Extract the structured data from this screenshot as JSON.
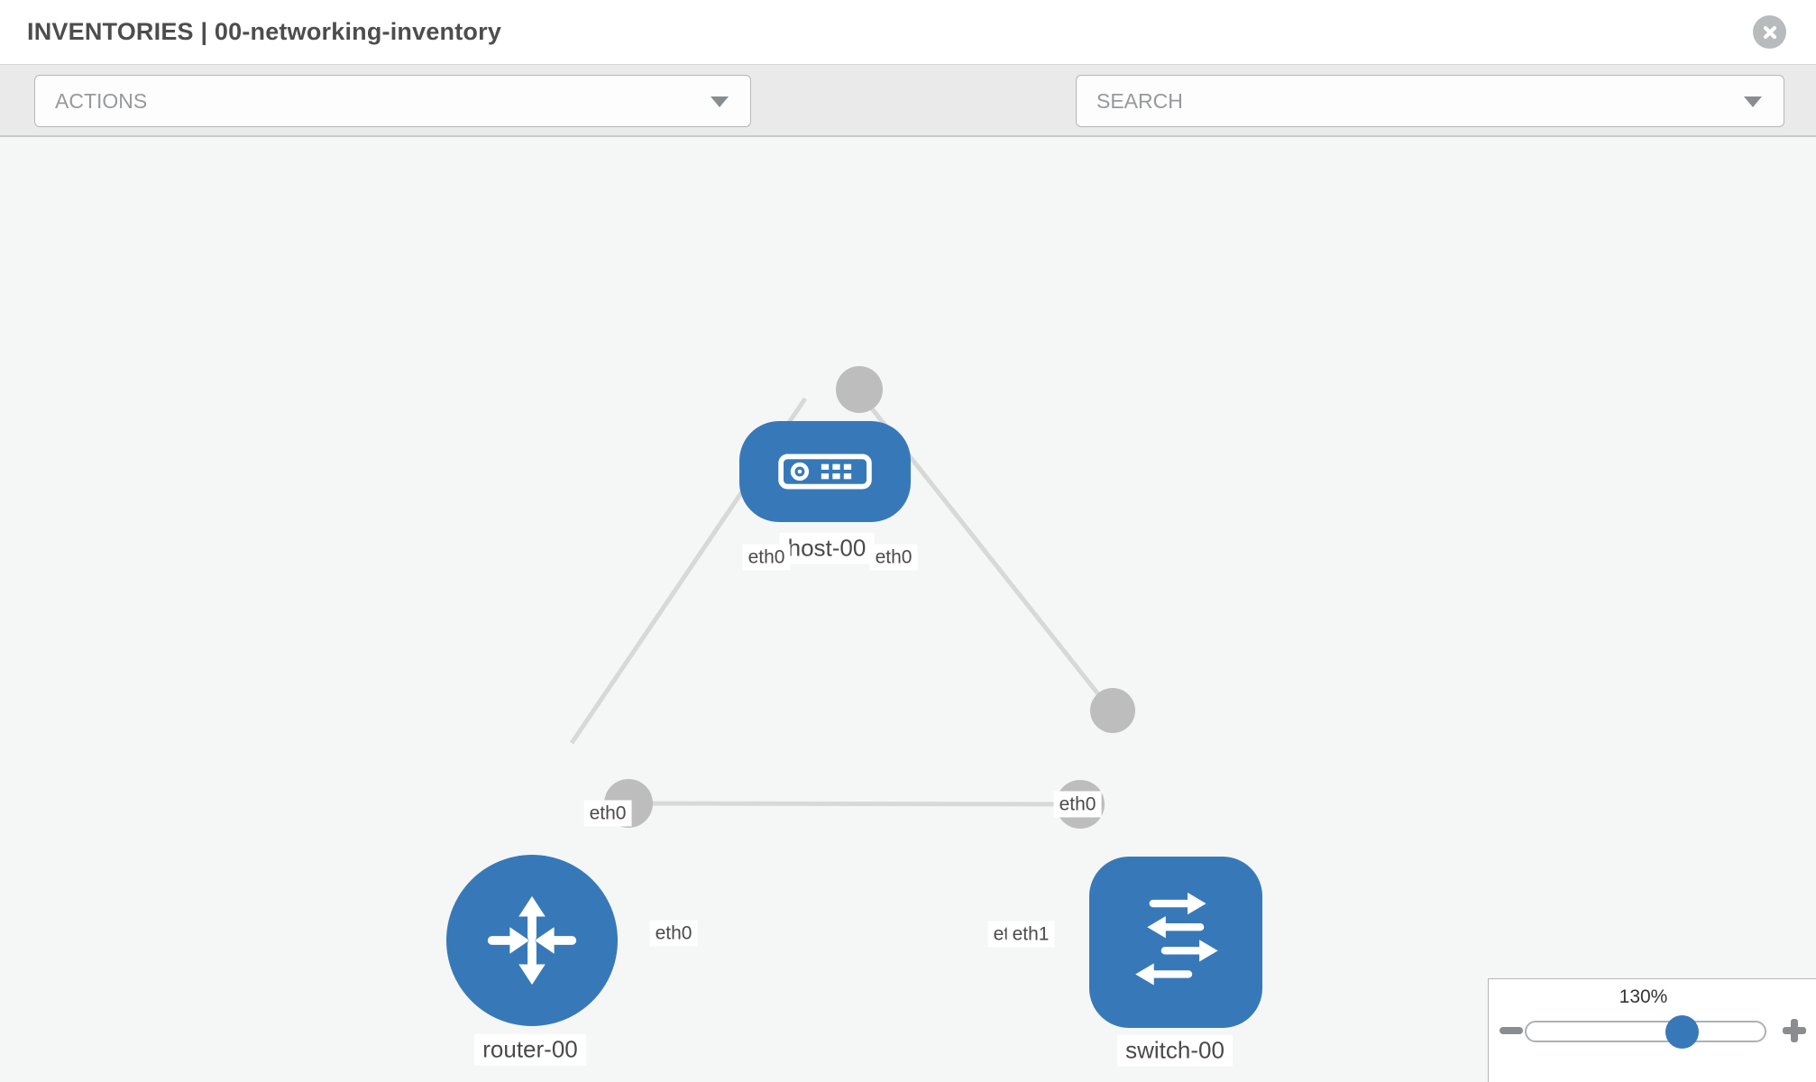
{
  "window": {
    "title": "INVENTORIES | 00-networking-inventory"
  },
  "toolbar": {
    "actions_placeholder": "ACTIONS",
    "search_placeholder": "SEARCH",
    "icons": [
      "wrench-icon",
      "key-icon"
    ]
  },
  "header_icons": [
    "close-icon"
  ],
  "colors": {
    "node_blue": "#3779b8",
    "link_gray": "#d8d8d8",
    "interface_circle_gray": "#bdbdbd",
    "toolbar_bg": "#eaeaea",
    "canvas_bg": "#f5f6f6",
    "icon_gray": "#8a8d90"
  },
  "diagram": {
    "nodes": [
      {
        "id": "host-00",
        "type": "host",
        "label": "host-00"
      },
      {
        "id": "router-00",
        "type": "router",
        "label": "router-00"
      },
      {
        "id": "switch-00",
        "type": "switch",
        "label": "switch-00"
      }
    ],
    "links": [
      {
        "from": "host-00",
        "to": "router-00",
        "from_interface": "eth0",
        "to_interface": "eth0"
      },
      {
        "from": "host-00",
        "to": "switch-00",
        "from_interface": "eth0",
        "to_interface": "eth0"
      },
      {
        "from": "router-00",
        "to": "switch-00",
        "from_interface": "eth0",
        "to_interface": "eth1"
      }
    ],
    "interface_chips": [
      {
        "link": "host-00~router-00",
        "near": "host-00",
        "label": "eth0"
      },
      {
        "link": "host-00~router-00",
        "near": "router-00",
        "label": "eth0"
      },
      {
        "link": "host-00~switch-00",
        "near": "host-00",
        "label": "eth0"
      },
      {
        "link": "host-00~switch-00",
        "near": "switch-00",
        "label": "eth0"
      },
      {
        "link": "router-00~switch-00",
        "near": "router-00",
        "label": "eth0"
      },
      {
        "link": "router-00~switch-00",
        "near": "switch-00",
        "label": "eth0"
      },
      {
        "link": "router-00~switch-00",
        "near": "switch-00",
        "label": "eth1"
      }
    ]
  },
  "zoom_control": {
    "value": "130%",
    "percent": 130
  }
}
